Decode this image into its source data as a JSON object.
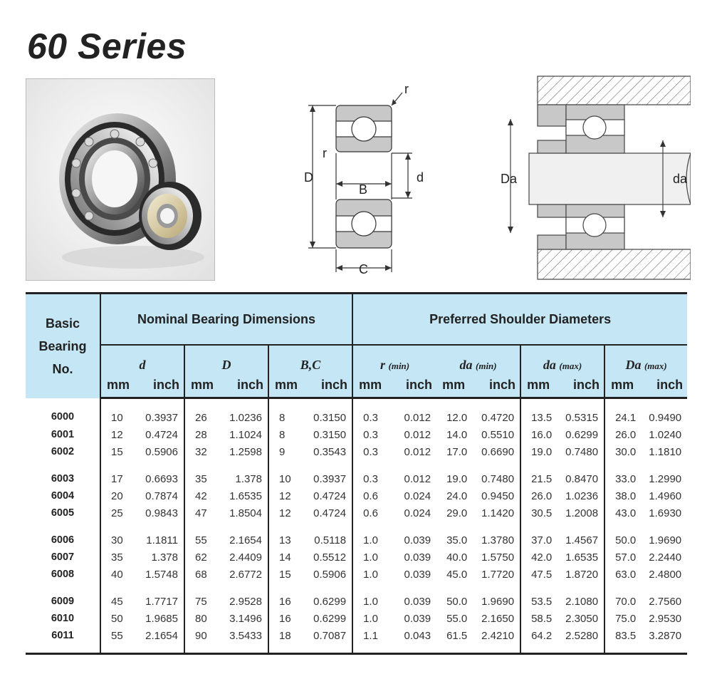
{
  "title": "60 Series",
  "diagram_bearing": {
    "r_top": "r",
    "r_left": "r",
    "D": "D",
    "B": "B",
    "d": "d",
    "C": "C"
  },
  "diagram_shoulder": {
    "Da": "Da",
    "da": "da"
  },
  "table": {
    "basic_header": [
      "Basic",
      "Bearing",
      "No."
    ],
    "group1": "Nominal Bearing Dimensions",
    "group2": "Preferred Shoulder Diameters",
    "symbols": [
      {
        "sym": "d",
        "sub": ""
      },
      {
        "sym": "D",
        "sub": ""
      },
      {
        "sym": "B,C",
        "sub": ""
      },
      {
        "sym": "r",
        "sub": "(min)"
      },
      {
        "sym": "da",
        "sub": "(min)"
      },
      {
        "sym": "da",
        "sub": "(max)"
      },
      {
        "sym": "Da",
        "sub": "(max)"
      }
    ],
    "unit_mm": "mm",
    "unit_inch": "inch",
    "rows": [
      [
        "6000",
        "10",
        "0.3937",
        "26",
        "1.0236",
        "8",
        "0.3150",
        "0.3",
        "0.012",
        "12.0",
        "0.4720",
        "13.5",
        "0.5315",
        "24.1",
        "0.9490"
      ],
      [
        "6001",
        "12",
        "0.4724",
        "28",
        "1.1024",
        "8",
        "0.3150",
        "0.3",
        "0.012",
        "14.0",
        "0.5510",
        "16.0",
        "0.6299",
        "26.0",
        "1.0240"
      ],
      [
        "6002",
        "15",
        "0.5906",
        "32",
        "1.2598",
        "9",
        "0.3543",
        "0.3",
        "0.012",
        "17.0",
        "0.6690",
        "19.0",
        "0.7480",
        "30.0",
        "1.1810"
      ],
      [
        "6003",
        "17",
        "0.6693",
        "35",
        "1.378",
        "10",
        "0.3937",
        "0.3",
        "0.012",
        "19.0",
        "0.7480",
        "21.5",
        "0.8470",
        "33.0",
        "1.2990"
      ],
      [
        "6004",
        "20",
        "0.7874",
        "42",
        "1.6535",
        "12",
        "0.4724",
        "0.6",
        "0.024",
        "24.0",
        "0.9450",
        "26.0",
        "1.0236",
        "38.0",
        "1.4960"
      ],
      [
        "6005",
        "25",
        "0.9843",
        "47",
        "1.8504",
        "12",
        "0.4724",
        "0.6",
        "0.024",
        "29.0",
        "1.1420",
        "30.5",
        "1.2008",
        "43.0",
        "1.6930"
      ],
      [
        "6006",
        "30",
        "1.1811",
        "55",
        "2.1654",
        "13",
        "0.5118",
        "1.0",
        "0.039",
        "35.0",
        "1.3780",
        "37.0",
        "1.4567",
        "50.0",
        "1.9690"
      ],
      [
        "6007",
        "35",
        "1.378",
        "62",
        "2.4409",
        "14",
        "0.5512",
        "1.0",
        "0.039",
        "40.0",
        "1.5750",
        "42.0",
        "1.6535",
        "57.0",
        "2.2440"
      ],
      [
        "6008",
        "40",
        "1.5748",
        "68",
        "2.6772",
        "15",
        "0.5906",
        "1.0",
        "0.039",
        "45.0",
        "1.7720",
        "47.5",
        "1.8720",
        "63.0",
        "2.4800"
      ],
      [
        "6009",
        "45",
        "1.7717",
        "75",
        "2.9528",
        "16",
        "0.6299",
        "1.0",
        "0.039",
        "50.0",
        "1.9690",
        "53.5",
        "2.1080",
        "70.0",
        "2.7560"
      ],
      [
        "6010",
        "50",
        "1.9685",
        "80",
        "3.1496",
        "16",
        "0.6299",
        "1.0",
        "0.039",
        "55.0",
        "2.1650",
        "58.5",
        "2.3050",
        "75.0",
        "2.9530"
      ],
      [
        "6011",
        "55",
        "2.1654",
        "90",
        "3.5433",
        "18",
        "0.7087",
        "1.1",
        "0.043",
        "61.5",
        "2.4210",
        "64.2",
        "2.5280",
        "83.5",
        "3.2870"
      ]
    ]
  }
}
